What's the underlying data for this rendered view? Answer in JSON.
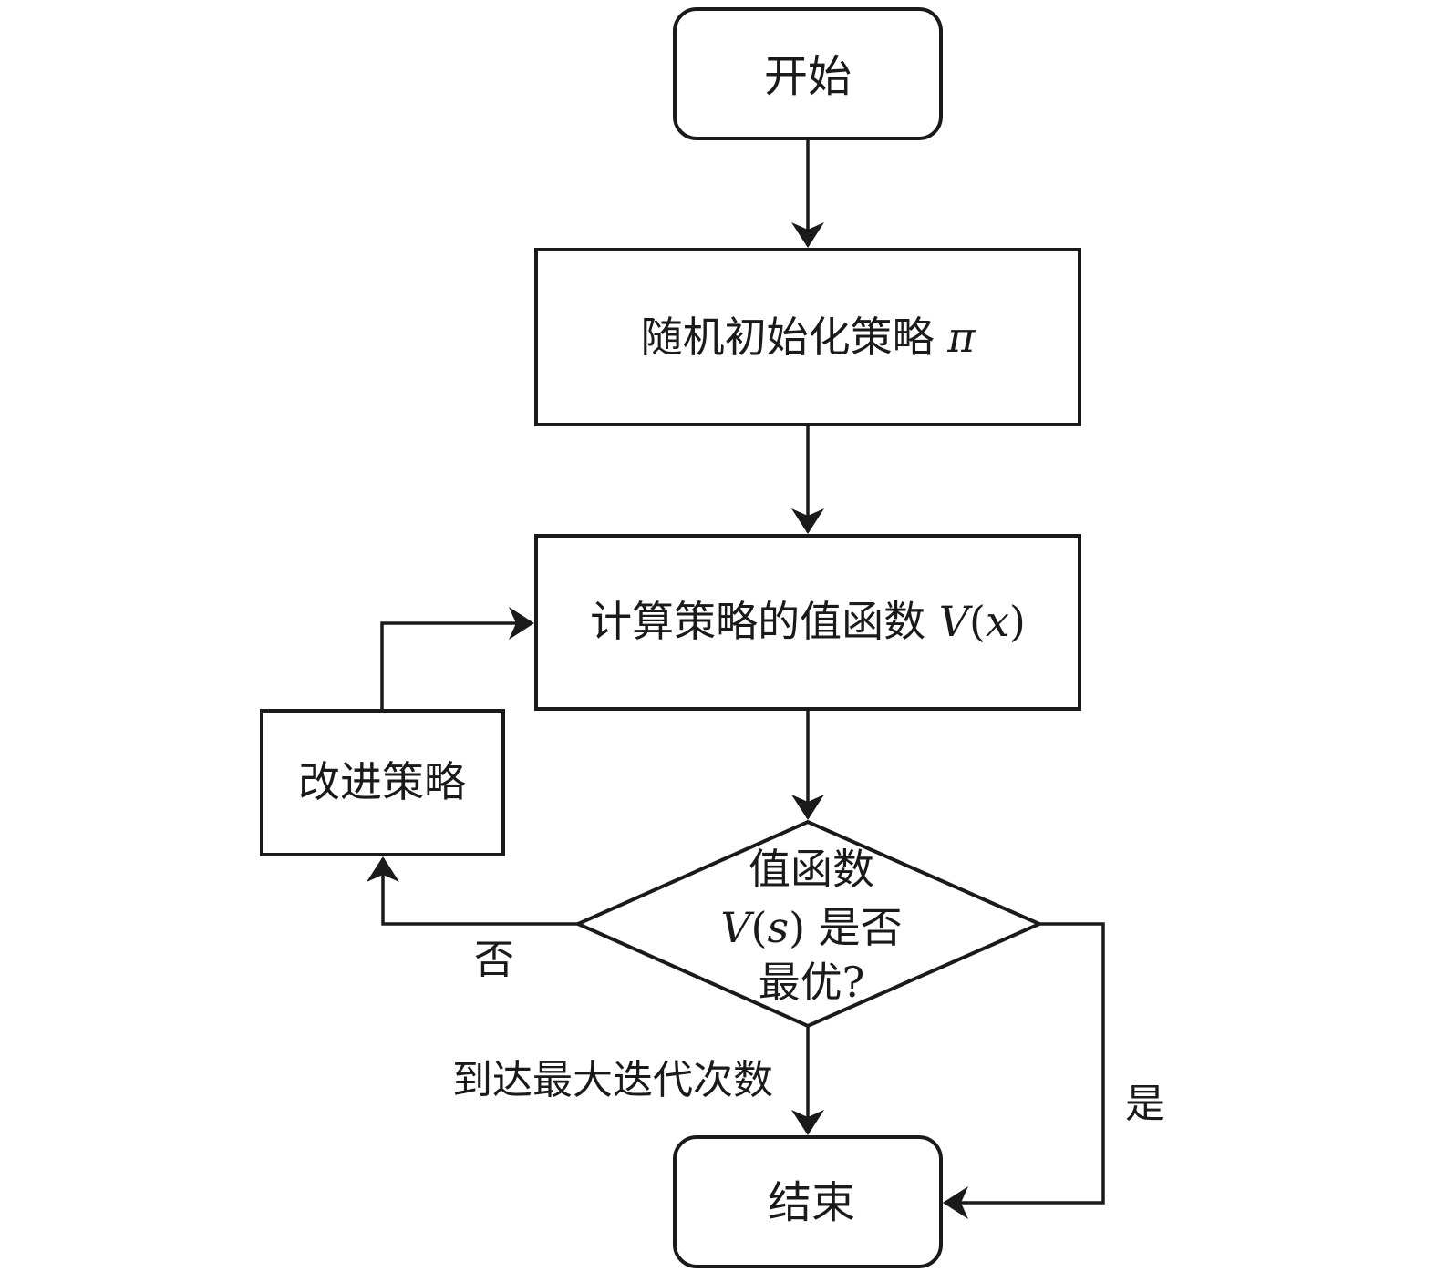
{
  "nodes": {
    "start": "开始",
    "init": {
      "text": "随机初始化策略 ",
      "symbol": "π"
    },
    "evaluate": {
      "text": "计算策略的值函数 ",
      "fn": "V",
      "open": "(",
      "var": "x",
      "close": ")"
    },
    "improve": "改进策略",
    "decision": {
      "line1": "值函数",
      "line2_fn": "V",
      "line2_open": "(",
      "line2_var": "s",
      "line2_rest": ") 是否",
      "line3": "最优?"
    },
    "end": "结束"
  },
  "edges": {
    "no": "否",
    "yes": "是",
    "max_iter": "到达最大迭代次数"
  },
  "colors": {
    "stroke": "#1a1a1a",
    "text": "#1a1a1a",
    "background": "#ffffff"
  }
}
